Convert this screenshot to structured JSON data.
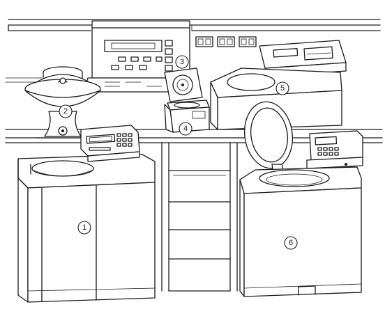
{
  "colors": {
    "ink": "#1a1a1a",
    "paper": "#ffffff",
    "shade": "#e9e9e9"
  },
  "callouts": [
    {
      "label": "1",
      "item": "floor-centrifuge-left"
    },
    {
      "label": "2",
      "item": "bowl-centrifuge"
    },
    {
      "label": "3",
      "item": "benchtop-control-unit"
    },
    {
      "label": "4",
      "item": "small-box-centrifuge"
    },
    {
      "label": "5",
      "item": "benchtop-centrifuge-right"
    },
    {
      "label": "6",
      "item": "floor-centrifuge-open-lid"
    }
  ]
}
